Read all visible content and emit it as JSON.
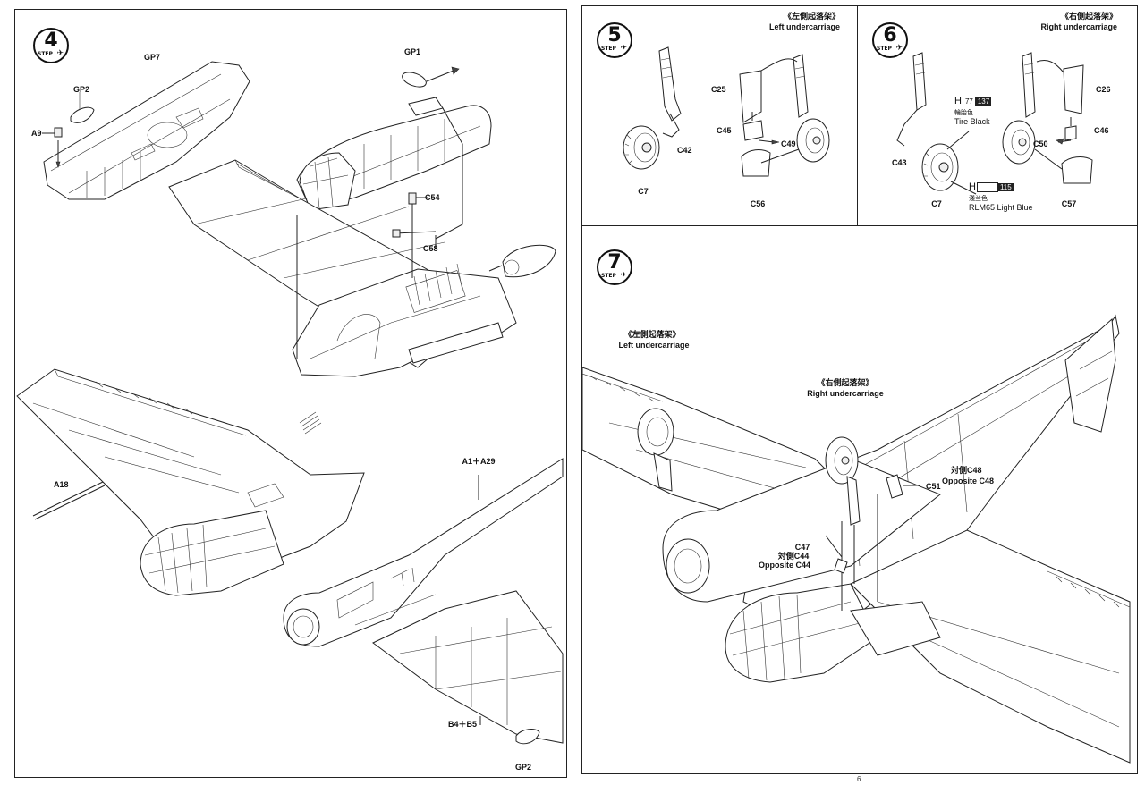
{
  "steps": [
    {
      "number": "4",
      "word": "STEP"
    },
    {
      "number": "5",
      "word": "STEP"
    },
    {
      "number": "6",
      "word": "STEP"
    },
    {
      "number": "7",
      "word": "STEP"
    }
  ],
  "step4": {
    "parts": [
      "GP7",
      "GP2",
      "A9",
      "GP1",
      "C54",
      "C58",
      "A18",
      "A1＋A29",
      "B4＋B5",
      "GP2"
    ]
  },
  "step5": {
    "title_cn": "《左側起落架》",
    "title_en": "Left undercarriage",
    "parts": [
      "C25",
      "C45",
      "C49",
      "C42",
      "C7",
      "C56"
    ]
  },
  "step6": {
    "title_cn": "《右側起落架》",
    "title_en": "Right undercarriage",
    "parts": [
      "C26",
      "C46",
      "C50",
      "C43",
      "C7",
      "C57"
    ],
    "color1": {
      "letter": "H",
      "code": "77",
      "code2": "137",
      "name_cn": "輪胎色",
      "name_en": "Tire Black"
    },
    "color2": {
      "letter": "H",
      "code": "115",
      "name_cn": "淺兰色",
      "name_en": "RLM65 Light Blue"
    }
  },
  "step7": {
    "left_cn": "《左側起落架》",
    "left_en": "Left undercarriage",
    "right_cn": "《右側起落架》",
    "right_en": "Right undercarriage",
    "c51": "C51",
    "c48_cn": "対側C48",
    "c48_en": "Opposite C48",
    "c47": "C47",
    "c44_cn": "対側C44",
    "c44_en": "Opposite C44"
  },
  "page_number": "6"
}
